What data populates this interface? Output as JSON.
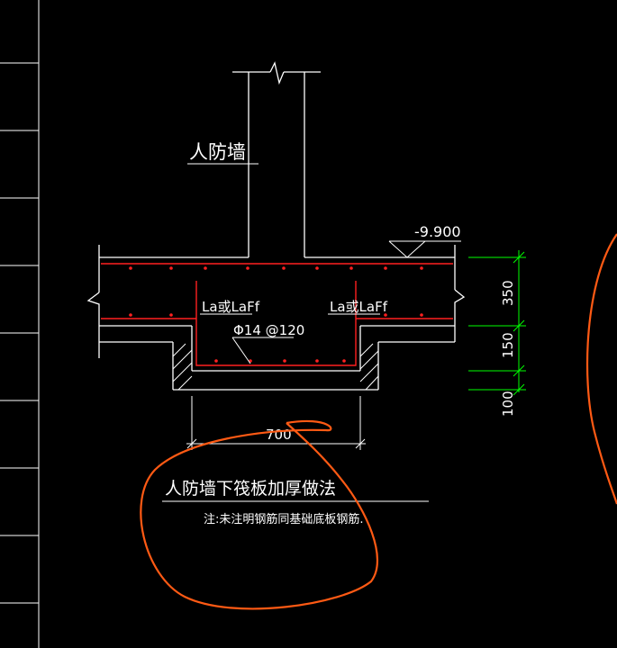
{
  "drawing": {
    "wall_label": "人防墙",
    "elevation_label": "-9.900",
    "anchor_label_left": "La或LaFf",
    "anchor_label_right": "La或LaFf",
    "rebar_label": "Φ14 @120",
    "width_dim": "700",
    "dim_350": "350",
    "dim_150": "150",
    "dim_100": "100",
    "title": "人防墙下筏板加厚做法",
    "note": "注:未注明钢筋同基础底板钢筋."
  },
  "colors": {
    "background": "#000000",
    "line": "#ffffff",
    "rebar": "#ff2020",
    "dimension": "#00ff00",
    "markup": "#ff5a14",
    "sidebar_line": "#ffffff"
  }
}
